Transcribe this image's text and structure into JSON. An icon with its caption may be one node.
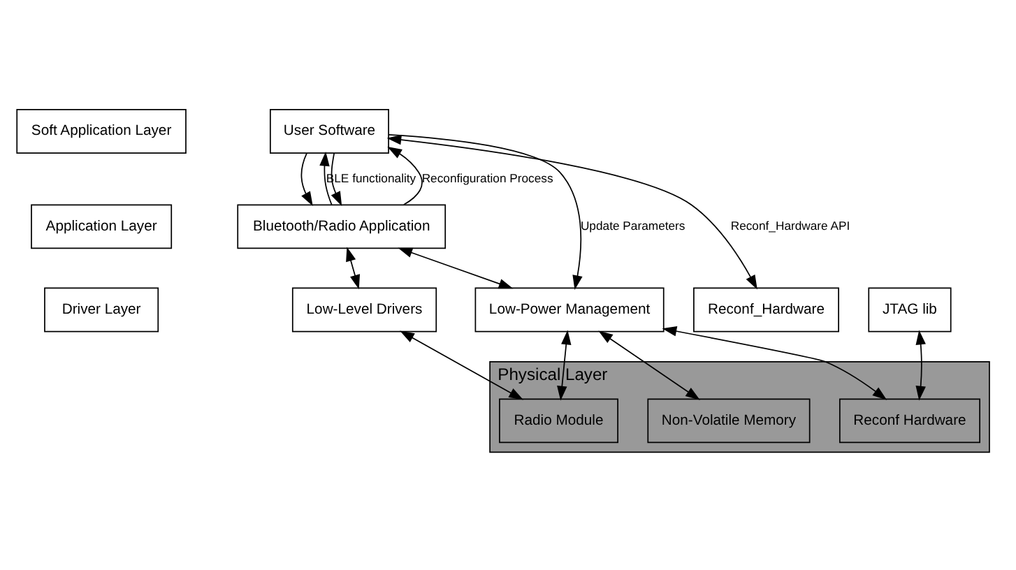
{
  "diagram": {
    "nodes": [
      {
        "text": [
          "Soft Application Layer"
        ]
      },
      {
        "text": [
          "Application Layer"
        ]
      },
      {
        "text": [
          "Driver Layer"
        ]
      },
      {
        "text": [
          "Physical Layer"
        ]
      },
      {
        "text": [
          "User Software"
        ]
      },
      {
        "text": [
          "Bluetooth/Radio Application"
        ]
      },
      {
        "text": [
          "Low-Level Drivers"
        ]
      },
      {
        "text": [
          "Low-Power Management"
        ]
      },
      {
        "text": [
          "Reconf_Hardware"
        ]
      },
      {
        "text": [
          "JTAG lib"
        ]
      },
      {
        "text": [
          "Radio Module"
        ],
        "in": 3
      },
      {
        "text": [
          "Non-Volatile Memory"
        ],
        "in": 3
      },
      {
        "text": [
          "Reconf Hardware"
        ],
        "in": 3
      }
    ],
    "edges": [
      {
        "from": 5,
        "to": 4,
        "arrow": "to",
        "label": "BLE functionality"
      },
      {
        "from": 4,
        "to": 5,
        "arrow": "to"
      },
      {
        "from": 5,
        "to": 4,
        "arrow": "to",
        "label": "Reconfiguration Process"
      },
      {
        "from": 4,
        "to": 5,
        "arrow": "to"
      },
      {
        "from": 4,
        "to": 7,
        "arrow": "to",
        "label": "Update Parameters"
      },
      {
        "from": 4,
        "to": 8,
        "arrow": "both",
        "label": "Reconf_Hardware API"
      },
      {
        "from": 5,
        "to": 6,
        "arrow": "both"
      },
      {
        "from": 5,
        "to": 7,
        "arrow": "both"
      },
      {
        "from": 6,
        "to": 10,
        "arrow": "both"
      },
      {
        "from": 7,
        "to": 10,
        "arrow": "both"
      },
      {
        "from": 7,
        "to": 11,
        "arrow": "both"
      },
      {
        "from": 7,
        "to": 12,
        "arrow": "both"
      },
      {
        "from": 9,
        "to": 12,
        "arrow": "both"
      }
    ]
  }
}
